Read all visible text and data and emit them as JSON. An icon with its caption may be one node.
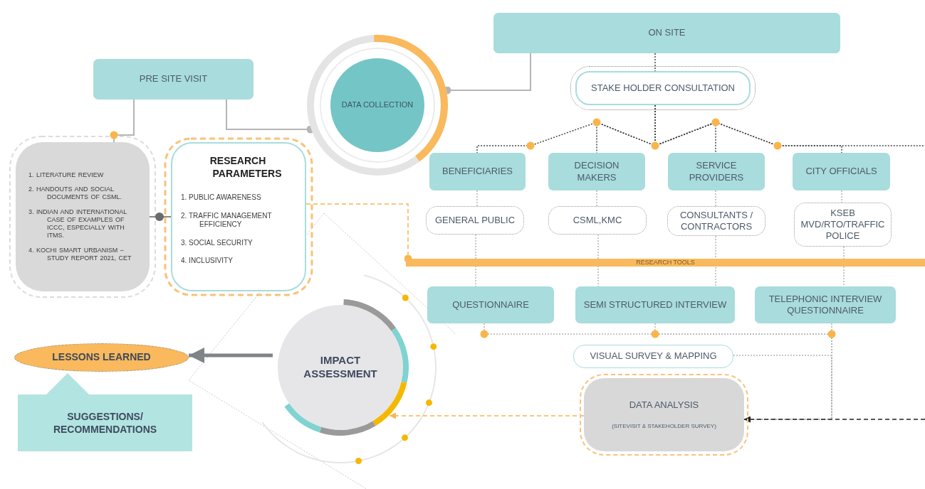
{
  "diagram": {
    "nodes": [
      {
        "text": [
          "ON SITE"
        ]
      },
      {
        "text": [
          "PRE SITE VISIT"
        ]
      },
      {
        "text": [
          "DATA COLLECTION"
        ]
      },
      {
        "text": [
          "1. LITERATURE REVIEW",
          "2. HANDOUTS AND SOCIAL DOCUMENTS OF CSML.",
          "3. INDIAN AND INTERNATIONAL CASE OF EXAMPLES OF ICCC, ESPECIALLY WITH ITMS.",
          "4. KOCHI SMART URBANISM – STUDY REPORT 2021, CET"
        ]
      },
      {
        "text": [
          "RESEARCH PARAMETERS",
          "1. PUBLIC AWARENESS",
          "2. TRAFFIC MANAGEMENT EFFICIENCY",
          "3. SOCIAL SECURITY",
          "4. INCLUSIVITY"
        ]
      },
      {
        "text": [
          "STAKE HOLDER CONSULTATION"
        ]
      },
      {
        "text": [
          "BENEFICIARIES"
        ]
      },
      {
        "text": [
          "DECISION MAKERS"
        ]
      },
      {
        "text": [
          "SERVICE PROVIDERS"
        ]
      },
      {
        "text": [
          "CITY OFFICIALS"
        ]
      },
      {
        "text": [
          "GENERAL PUBLIC"
        ]
      },
      {
        "text": [
          "CSML,KMC"
        ]
      },
      {
        "text": [
          "CONSULTANTS / CONTRACTORS"
        ]
      },
      {
        "text": [
          "KSEB MVD/RTO/TRAFFIC POLICE"
        ]
      },
      {
        "text": [
          "RESEARCH TOOLS"
        ]
      },
      {
        "text": [
          "QUESTIONNAIRE"
        ]
      },
      {
        "text": [
          "SEMI STRUCTURED INTERVIEW"
        ]
      },
      {
        "text": [
          "TELEPHONIC INTERVIEW QUESTIONNAIRE"
        ]
      },
      {
        "text": [
          "VISUAL SURVEY & MAPPING"
        ]
      },
      {
        "text": [
          "DATA ANALYSIS",
          "(SITEVISIT & STAKEHOLDER SURVEY)"
        ]
      },
      {
        "text": [
          "IMPACT ASSESSMENT"
        ]
      },
      {
        "text": [
          "LESSONS LEARNED"
        ]
      },
      {
        "text": [
          "SUGGESTIONS/ RECOMMENDATIONS"
        ]
      }
    ],
    "edges": [
      {
        "from": 1,
        "to": 3,
        "arrow": "none"
      },
      {
        "from": 1,
        "to": 2,
        "arrow": "other"
      },
      {
        "from": 0,
        "to": 2,
        "arrow": "other"
      },
      {
        "from": 0,
        "to": 5,
        "arrow": "none",
        "style": "dashed",
        "color": "#444444"
      },
      {
        "from": 5,
        "to": 6,
        "arrow": "none",
        "style": "dashed",
        "color": "#444444"
      },
      {
        "from": 5,
        "to": 7,
        "arrow": "none",
        "style": "dashed",
        "color": "#444444"
      },
      {
        "from": 5,
        "to": 8,
        "arrow": "none",
        "style": "dashed",
        "color": "#444444"
      },
      {
        "from": 5,
        "to": 9,
        "arrow": "none",
        "style": "dashed",
        "color": "#444444"
      },
      {
        "from": 5,
        "to": null,
        "arrow": "none",
        "style": "dashed",
        "color": "#444444"
      },
      {
        "from": 6,
        "to": 10,
        "arrow": "none",
        "style": "dashed"
      },
      {
        "from": 7,
        "to": 11,
        "arrow": "none",
        "style": "dashed"
      },
      {
        "from": 8,
        "to": 12,
        "arrow": "none",
        "style": "dashed"
      },
      {
        "from": 9,
        "to": 13,
        "arrow": "none",
        "style": "dashed"
      },
      {
        "from": 10,
        "to": 15,
        "arrow": "none",
        "style": "dashed"
      },
      {
        "from": 11,
        "to": 16,
        "arrow": "none",
        "style": "dashed"
      },
      {
        "from": 12,
        "to": 16,
        "arrow": "none",
        "style": "dashed"
      },
      {
        "from": 13,
        "to": 17,
        "arrow": "none",
        "style": "dashed"
      },
      {
        "from": 4,
        "to": 14,
        "arrow": "other",
        "style": "dashed",
        "color": "#f9b54a"
      },
      {
        "from": 15,
        "to": 19,
        "arrow": "to",
        "style": "dashed"
      },
      {
        "from": 16,
        "to": 19,
        "arrow": "to",
        "style": "dashed"
      },
      {
        "from": 17,
        "to": 19,
        "arrow": "to",
        "style": "dashed"
      },
      {
        "from": 18,
        "to": 19,
        "arrow": "to",
        "style": "dashed"
      },
      {
        "from": null,
        "to": 19,
        "arrow": "to",
        "style": "dashed",
        "color": "#222222"
      },
      {
        "from": 19,
        "to": 20,
        "arrow": "to",
        "style": "dashed",
        "color": "#f9b54a"
      },
      {
        "from": 20,
        "to": 21,
        "arrow": "to",
        "style": "thick",
        "color": "#7f8487"
      },
      {
        "from": 3,
        "to": 4,
        "arrow": "none"
      }
    ]
  }
}
